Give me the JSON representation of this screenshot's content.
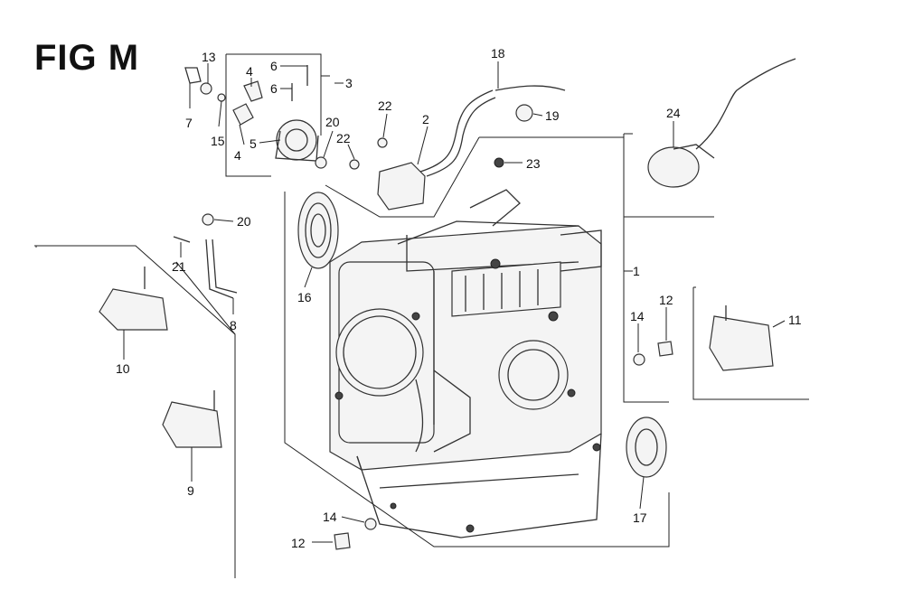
{
  "title": "FIG M",
  "callouts": [
    {
      "n": "13"
    },
    {
      "n": "7"
    },
    {
      "n": "15"
    },
    {
      "n": "4"
    },
    {
      "n": "4"
    },
    {
      "n": "5"
    },
    {
      "n": "6"
    },
    {
      "n": "6"
    },
    {
      "n": "3"
    },
    {
      "n": "20"
    },
    {
      "n": "18"
    },
    {
      "n": "22"
    },
    {
      "n": "22"
    },
    {
      "n": "2"
    },
    {
      "n": "19"
    },
    {
      "n": "23"
    },
    {
      "n": "24"
    },
    {
      "n": "20"
    },
    {
      "n": "21"
    },
    {
      "n": "8"
    },
    {
      "n": "16"
    },
    {
      "n": "1"
    },
    {
      "n": "10"
    },
    {
      "n": "9"
    },
    {
      "n": "14"
    },
    {
      "n": "12"
    },
    {
      "n": "11"
    },
    {
      "n": "17"
    },
    {
      "n": "14"
    },
    {
      "n": "12"
    }
  ]
}
